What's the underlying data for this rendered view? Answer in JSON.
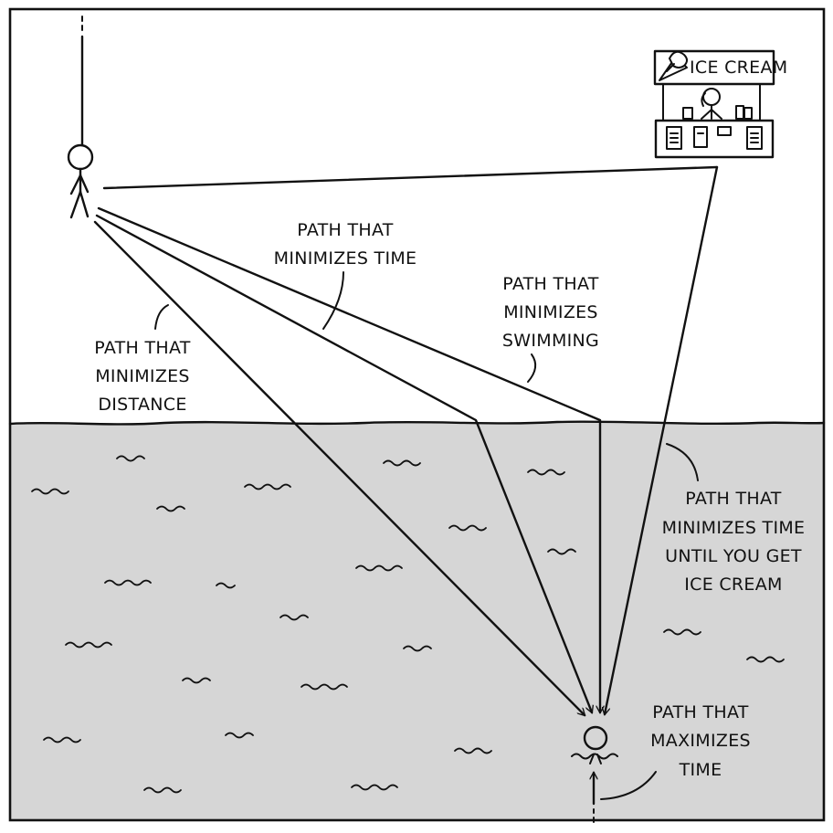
{
  "colors": {
    "ink": "#111111",
    "sky": "#ffffff",
    "water": "#d6d6d6"
  },
  "stand": {
    "sign": "ICE CREAM"
  },
  "labels": {
    "min_time": [
      "PATH THAT",
      "MINIMIZES TIME"
    ],
    "min_swimming": [
      "PATH THAT",
      "MINIMIZES",
      "SWIMMING"
    ],
    "min_distance": [
      "PATH THAT",
      "MINIMIZES",
      "DISTANCE"
    ],
    "min_time_ice_cream": [
      "PATH THAT",
      "MINIMIZES TIME",
      "UNTIL YOU GET",
      "ICE CREAM"
    ],
    "max_time": [
      "PATH THAT",
      "MAXIMIZES",
      "TIME"
    ]
  }
}
